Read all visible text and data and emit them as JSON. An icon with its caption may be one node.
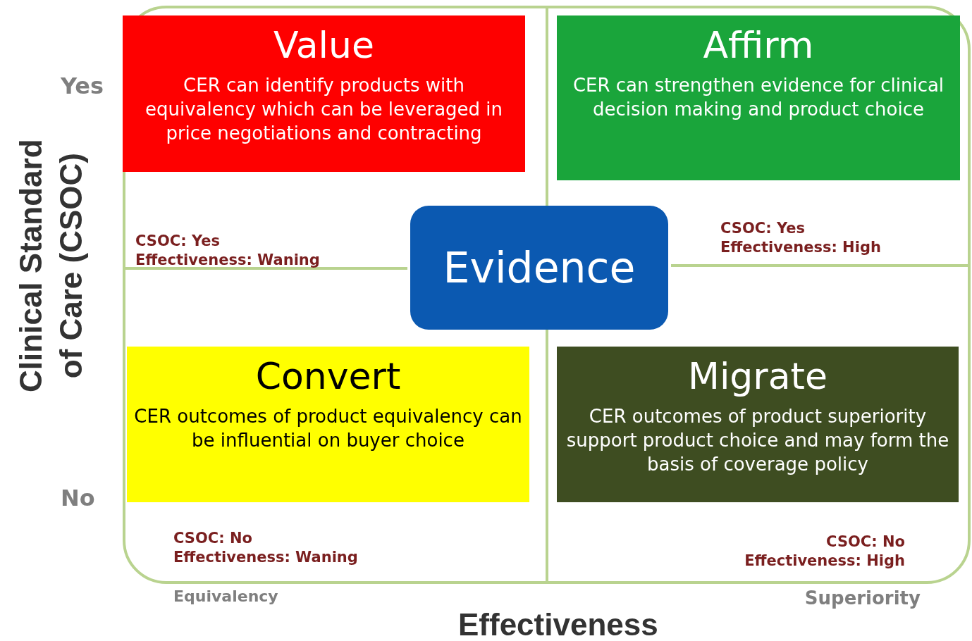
{
  "diagram": {
    "nodes": [
      {
        "text": [
          "Value",
          "CER can identify products with equivalency which  can be leveraged in price negotiations and contracting"
        ]
      },
      {
        "text": [
          "Affirm",
          "CER can strengthen evidence for clinical decision making and product choice"
        ]
      },
      {
        "text": [
          "Evidence"
        ]
      },
      {
        "text": [
          "Convert",
          "CER outcomes of product equivalency can be influential on buyer choice"
        ]
      },
      {
        "text": [
          "Migrate",
          "CER outcomes of product superiority support product choice and may form the basis of coverage policy"
        ]
      }
    ],
    "edges": [],
    "labels": [
      "Yes",
      "Clinical Standard of Care (CSOC)",
      "CSOC: Yes",
      "Effectiveness: Waning",
      "CSOC: Yes",
      "Effectiveness: High",
      "No",
      "CSOC: No",
      "Effectiveness: Waning",
      "CSOC: No",
      "Effectiveness: High",
      "Equivalency",
      "Superiority",
      "Effectiveness"
    ]
  }
}
